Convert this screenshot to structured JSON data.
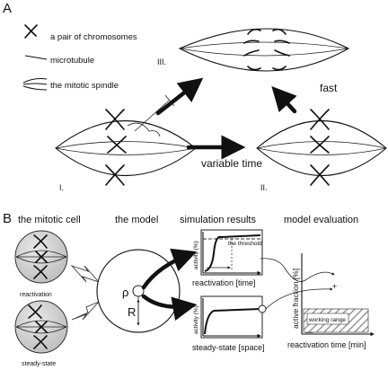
{
  "panel_a": {
    "label": "A",
    "legend": {
      "chromosomes": "a pair of chromosomes",
      "microtubule": "microtubule",
      "spindle": "the mitotic spindle"
    },
    "stages": {
      "s1": "I.",
      "s2": "II.",
      "s3": "III."
    },
    "arrows": {
      "variable": "variable time",
      "fast": "fast"
    }
  },
  "panel_b": {
    "label": "B",
    "headers": {
      "cell": "the mitotic cell",
      "model": "the model",
      "sim": "simulation results",
      "eval": "model evaluation"
    },
    "cell_labels": {
      "top": "reactivation",
      "bottom": "steady-state"
    },
    "model_symbols": {
      "rho": "ρ",
      "radius": "R"
    },
    "plot_top": {
      "ylabel": "activity (%)",
      "xlabel": "reactivation [time]",
      "threshold": "the threshold"
    },
    "plot_bottom": {
      "ylabel": "activity (%)",
      "xlabel": "steady-state [space]"
    },
    "eval_plot": {
      "ylabel": "active fraction [%]",
      "xlabel": "reactivation time [min]",
      "range": "working range"
    }
  }
}
